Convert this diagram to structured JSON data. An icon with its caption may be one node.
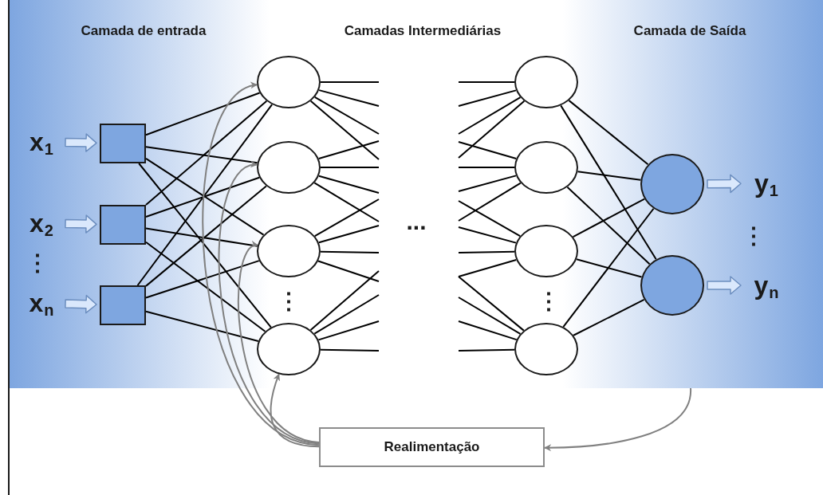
{
  "diagram": {
    "nodes": [
      {
        "text": [
          "x$_{1}$"
        ]
      },
      {
        "text": [
          "x$_{2}$"
        ]
      },
      {
        "text": [
          "x$_{n}$"
        ]
      },
      {
        "text": [],
        "shape": "box"
      },
      {
        "text": [],
        "shape": "box"
      },
      {
        "text": [],
        "shape": "box"
      },
      {
        "text": [],
        "shape": "circle"
      },
      {
        "text": [],
        "shape": "circle"
      },
      {
        "text": [],
        "shape": "circle"
      },
      {
        "text": [],
        "shape": "circle"
      },
      {
        "text": [],
        "shape": "circle"
      },
      {
        "text": [],
        "shape": "circle"
      },
      {
        "text": [],
        "shape": "circle"
      },
      {
        "text": [],
        "shape": "circle"
      },
      {
        "text": [],
        "shape": "circle"
      },
      {
        "text": [],
        "shape": "circle"
      },
      {
        "text": [
          "y$_{1}$"
        ]
      },
      {
        "text": [
          "y$_{n}$"
        ]
      },
      {
        "text": [
          "Realimentação"
        ]
      }
    ],
    "edges": [
      {
        "from": 0,
        "to": 3,
        "arrow": "to",
        "style": "thick",
        "color": "#dae8fc"
      },
      {
        "from": 1,
        "to": 4,
        "arrow": "to",
        "style": "thick",
        "color": "#dae8fc"
      },
      {
        "from": 2,
        "to": 5,
        "arrow": "to",
        "style": "thick",
        "color": "#dae8fc"
      },
      {
        "from": 3,
        "to": 6,
        "arrow": "none"
      },
      {
        "from": 3,
        "to": 7,
        "arrow": "none"
      },
      {
        "from": 3,
        "to": 8,
        "arrow": "none"
      },
      {
        "from": 3,
        "to": 9,
        "arrow": "none"
      },
      {
        "from": 4,
        "to": 6,
        "arrow": "none"
      },
      {
        "from": 4,
        "to": 7,
        "arrow": "none"
      },
      {
        "from": 4,
        "to": 8,
        "arrow": "none"
      },
      {
        "from": 4,
        "to": 9,
        "arrow": "none"
      },
      {
        "from": 5,
        "to": 6,
        "arrow": "none"
      },
      {
        "from": 5,
        "to": 7,
        "arrow": "none"
      },
      {
        "from": 5,
        "to": 8,
        "arrow": "none"
      },
      {
        "from": 5,
        "to": 9,
        "arrow": "none"
      },
      {
        "from": 6,
        "to": null,
        "arrow": "none"
      },
      {
        "from": 6,
        "to": null,
        "arrow": "none"
      },
      {
        "from": 6,
        "to": null,
        "arrow": "none"
      },
      {
        "from": 6,
        "to": null,
        "arrow": "none"
      },
      {
        "from": 7,
        "to": null,
        "arrow": "none"
      },
      {
        "from": 7,
        "to": null,
        "arrow": "none"
      },
      {
        "from": 7,
        "to": null,
        "arrow": "none"
      },
      {
        "from": 7,
        "to": null,
        "arrow": "none"
      },
      {
        "from": 8,
        "to": null,
        "arrow": "none"
      },
      {
        "from": 8,
        "to": null,
        "arrow": "none"
      },
      {
        "from": 8,
        "to": null,
        "arrow": "none"
      },
      {
        "from": 8,
        "to": null,
        "arrow": "none"
      },
      {
        "from": 9,
        "to": null,
        "arrow": "none"
      },
      {
        "from": 9,
        "to": null,
        "arrow": "none"
      },
      {
        "from": 9,
        "to": null,
        "arrow": "none"
      },
      {
        "from": 9,
        "to": null,
        "arrow": "none"
      },
      {
        "from": null,
        "to": 10,
        "arrow": "none"
      },
      {
        "from": null,
        "to": 10,
        "arrow": "none"
      },
      {
        "from": null,
        "to": 10,
        "arrow": "none"
      },
      {
        "from": null,
        "to": 10,
        "arrow": "none"
      },
      {
        "from": null,
        "to": 11,
        "arrow": "none"
      },
      {
        "from": null,
        "to": 11,
        "arrow": "none"
      },
      {
        "from": null,
        "to": 11,
        "arrow": "none"
      },
      {
        "from": null,
        "to": 11,
        "arrow": "none"
      },
      {
        "from": null,
        "to": 12,
        "arrow": "none"
      },
      {
        "from": null,
        "to": 12,
        "arrow": "none"
      },
      {
        "from": null,
        "to": 12,
        "arrow": "none"
      },
      {
        "from": null,
        "to": 12,
        "arrow": "none"
      },
      {
        "from": null,
        "to": 13,
        "arrow": "none"
      },
      {
        "from": null,
        "to": 13,
        "arrow": "none"
      },
      {
        "from": null,
        "to": 13,
        "arrow": "none"
      },
      {
        "from": null,
        "to": 13,
        "arrow": "none"
      },
      {
        "from": 10,
        "to": 14,
        "arrow": "none"
      },
      {
        "from": 10,
        "to": 15,
        "arrow": "none"
      },
      {
        "from": 11,
        "to": 14,
        "arrow": "none"
      },
      {
        "from": 11,
        "to": 15,
        "arrow": "none"
      },
      {
        "from": 12,
        "to": 14,
        "arrow": "none"
      },
      {
        "from": 12,
        "to": 15,
        "arrow": "none"
      },
      {
        "from": 13,
        "to": 14,
        "arrow": "none"
      },
      {
        "from": 13,
        "to": 15,
        "arrow": "none"
      },
      {
        "from": 14,
        "to": 16,
        "arrow": "to",
        "style": "thick",
        "color": "#dae8fc"
      },
      {
        "from": 15,
        "to": 17,
        "arrow": "to",
        "style": "thick",
        "color": "#dae8fc"
      },
      {
        "from": 18,
        "to": 6,
        "arrow": "to",
        "color": "#808080"
      },
      {
        "from": 18,
        "to": 7,
        "arrow": "to",
        "color": "#808080"
      },
      {
        "from": 18,
        "to": 8,
        "arrow": "to",
        "color": "#808080"
      },
      {
        "from": 18,
        "to": 9,
        "arrow": "to",
        "color": "#808080"
      },
      {
        "from": null,
        "to": 18,
        "arrow": "to",
        "color": "#808080"
      }
    ],
    "labels": [
      "Camada de entrada",
      "Camadas Intermediárias",
      "Camada de Saída",
      "...",
      "⋮",
      "⋮",
      "⋮",
      "⋮"
    ]
  }
}
